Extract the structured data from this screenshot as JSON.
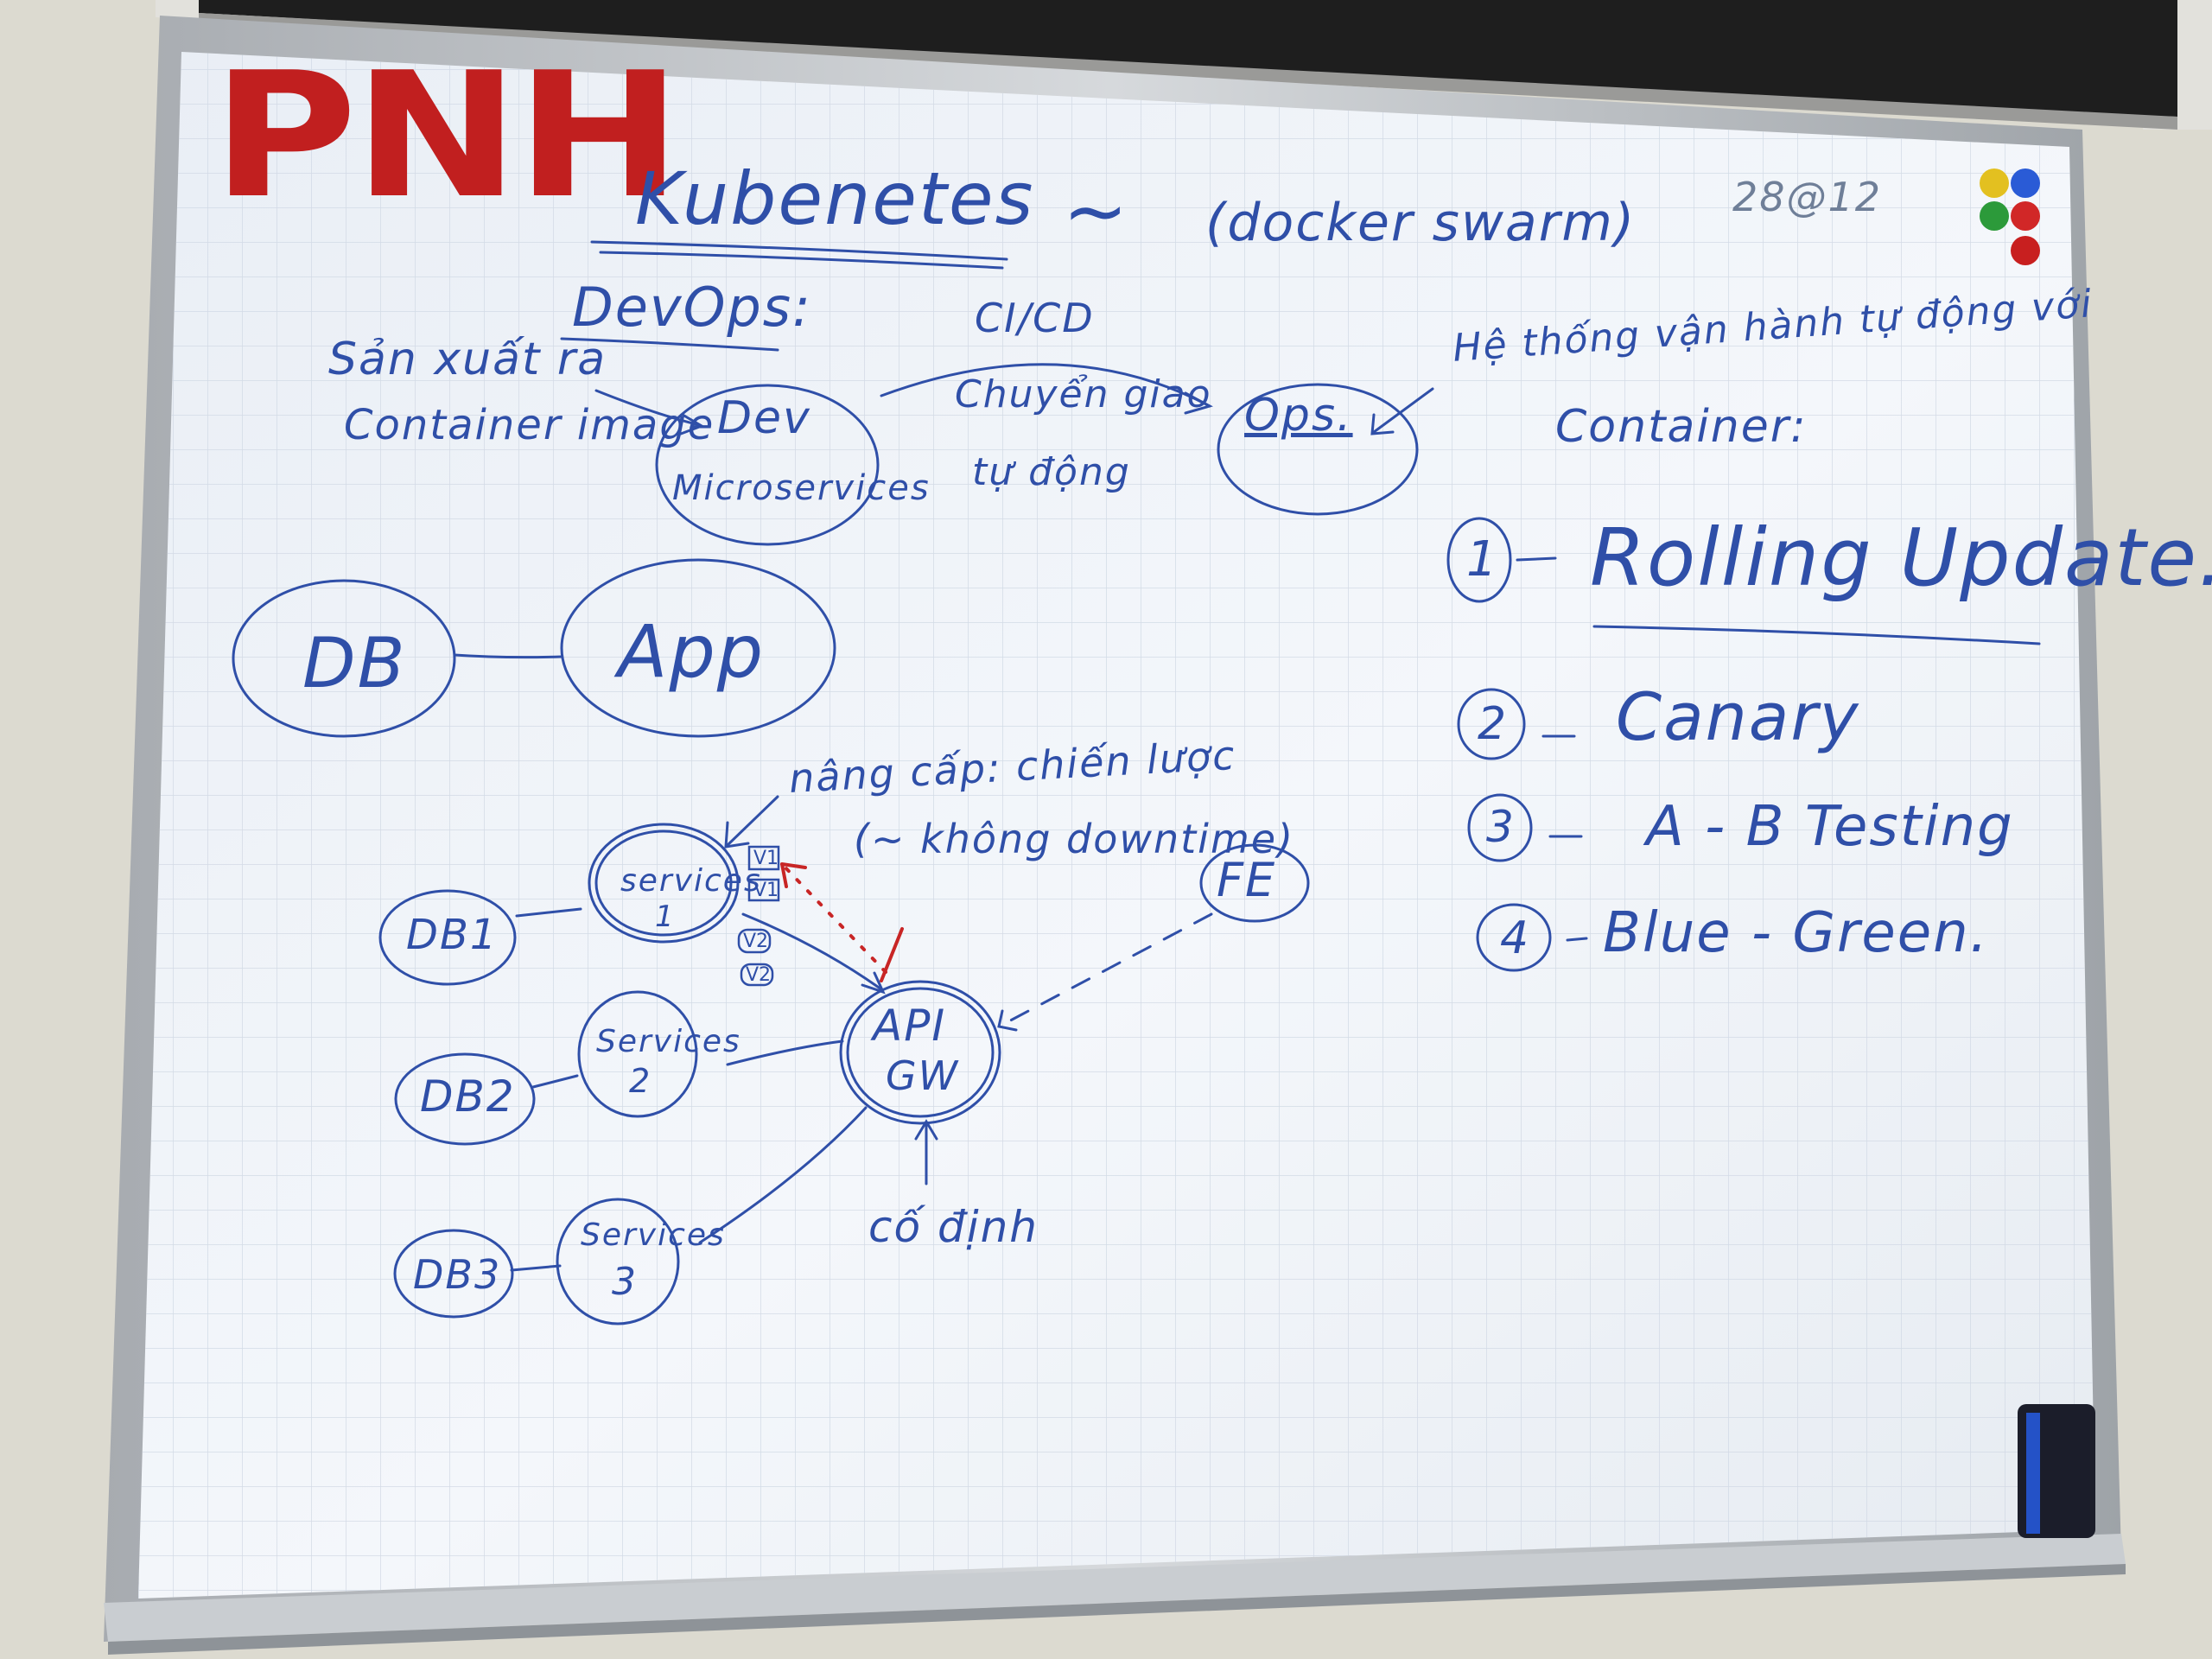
{
  "logo": {
    "text": "PNH",
    "color": "#c11f1f"
  },
  "date_note": "28@12",
  "title": {
    "main": "Kubenetes",
    "tilde": "~",
    "aside": "(docker swarm)"
  },
  "devops": {
    "heading": "DevOps:",
    "produce_line1": "Sản xuất ra",
    "produce_line2": "Container image",
    "dev_node": {
      "line1": "Dev",
      "line2": "Microservices"
    },
    "cicd": "CI/CD",
    "transfer_line1": "Chuyển giao",
    "transfer_line2": "tự động",
    "ops_node": "Ops.",
    "auto_system_line1": "Hệ thống vận hành tự động với",
    "auto_system_line2": "Container:"
  },
  "monolith": {
    "db": "DB",
    "app": "App"
  },
  "strategies": [
    {
      "num": "1",
      "label": "Rolling Update."
    },
    {
      "num": "2",
      "label": "Canary"
    },
    {
      "num": "3",
      "label": "A - B Testing"
    },
    {
      "num": "4",
      "label": "Blue - Green."
    }
  ],
  "upgrade_note": {
    "line1": "nâng cấp: chiến lược",
    "line2": "(~ không downtime)"
  },
  "microservices": {
    "services": [
      {
        "db": "DB1",
        "line1": "services",
        "line2": "1"
      },
      {
        "db": "DB2",
        "line1": "Services",
        "line2": "2"
      },
      {
        "db": "DB3",
        "line1": "Services",
        "line2": "3"
      }
    ],
    "versions": [
      "V1",
      "V1",
      "V2",
      "V2"
    ],
    "gateway": {
      "line1": "API",
      "line2": "GW"
    },
    "frontend": "FE",
    "fixed_label": "cố định"
  },
  "colors": {
    "marker_blue": "#2f4fa8",
    "marker_red": "#c82525",
    "board": "#f3f6fb",
    "grid": "#d3dbe6",
    "frame": "#b9bdc2",
    "wall": "#dcdad0"
  },
  "magnets": [
    "yellow",
    "blue",
    "green",
    "red",
    "red"
  ]
}
